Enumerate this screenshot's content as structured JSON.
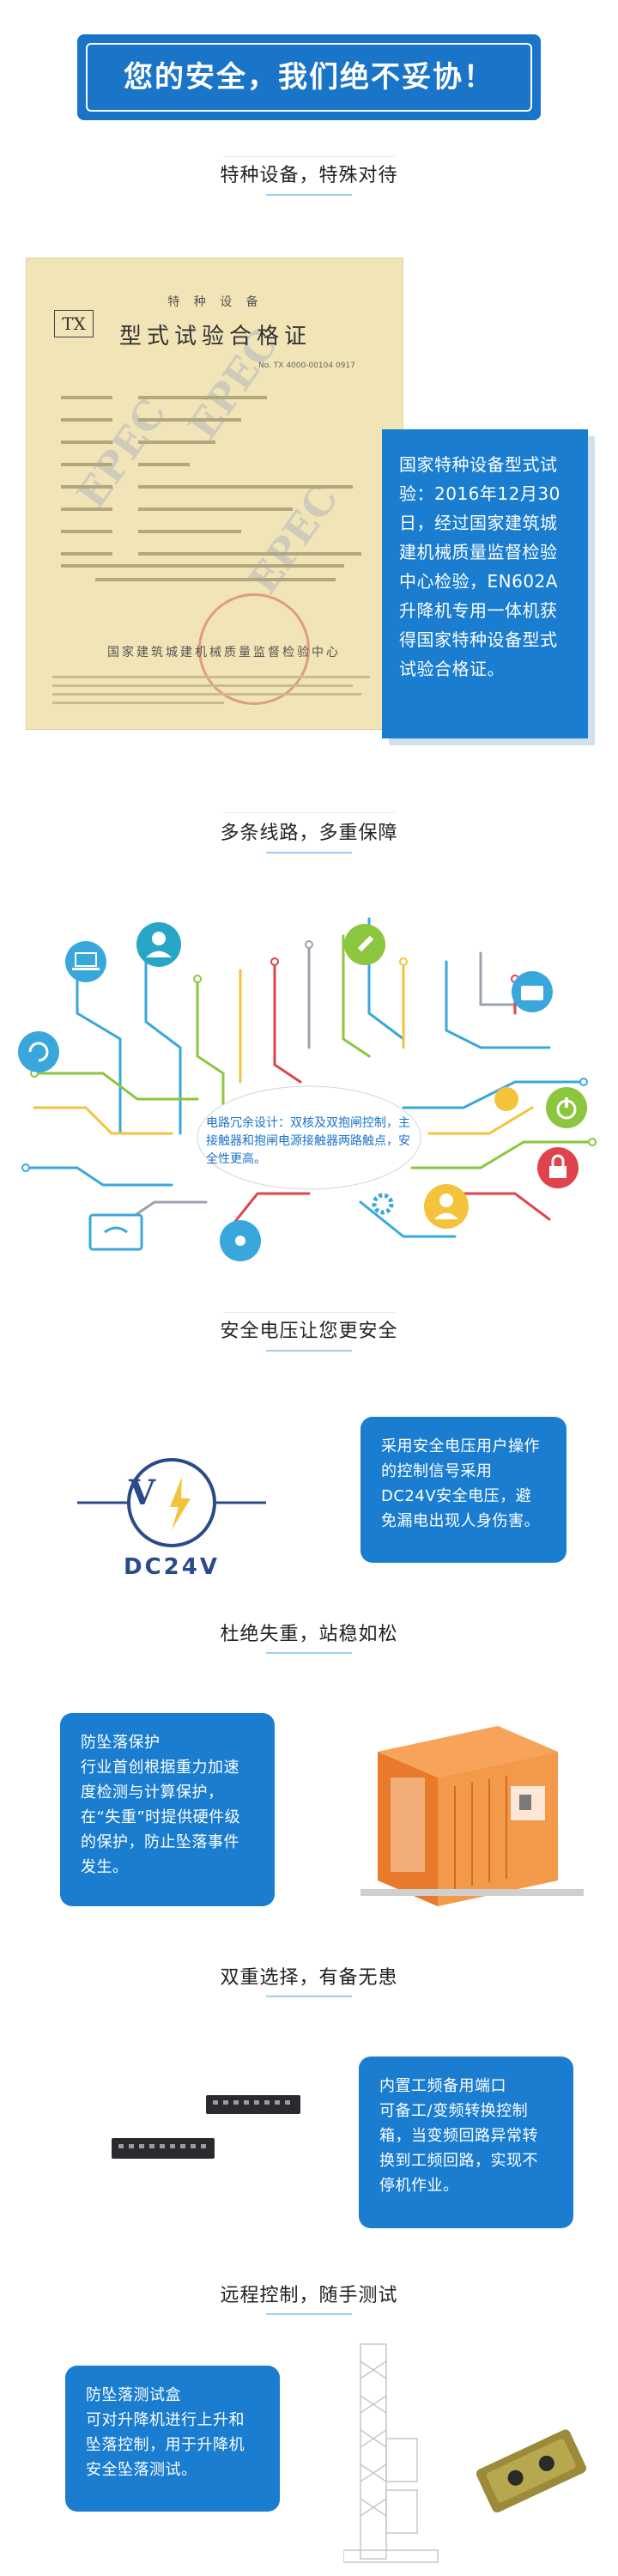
{
  "hero": {
    "title": "您的安全，我们绝不妥协！"
  },
  "sections": {
    "s1_title": "特种设备，特殊对待",
    "s2_title": "多条线路，多重保障",
    "s3_title": "安全电压让您更安全",
    "s4_title": "杜绝失重，站稳如松",
    "s5_title": "双重选择，有备无患",
    "s6_title": "远程控制，随手测试"
  },
  "certificate": {
    "tx": "TX",
    "heading_small": "特 种 设 备",
    "heading_big": "型式试验合格证",
    "number": "No. TX 4000-00104 0917",
    "issuer": "国家建筑城建机械质量监督检验中心",
    "watermark": "EPEC",
    "card_text": "国家特种设备型式试验：2016年12月30日，经过国家建筑城建机械质量监督检验中心检验，EN602A升降机专用一体机获得国家特种设备型式试验合格证。"
  },
  "circuit": {
    "bubble_text": "电路冗余设计：双核及双抱闸控制，主接触器和抱闸电源接触器两路触点，安全性更高。",
    "colors": {
      "blue": "#3aa7dc",
      "yellow": "#f5c23b",
      "green": "#8cc63e",
      "red": "#e0434b",
      "gray": "#9aa3ad",
      "teal": "#29a5c6"
    }
  },
  "voltage": {
    "logo_letter": "V",
    "logo_text": "DC24V",
    "card_text": "采用安全电压用户操作的控制信号采用DC24V安全电压，避免漏电出现人身伤害。"
  },
  "fall": {
    "card_title": "防坠落保护",
    "card_text": "行业首创根据重力加速度检测与计算保护，在“失重”时提供硬件级的保护，防止坠落事件发生。"
  },
  "backup": {
    "card_title": "内置工频备用端口",
    "card_text": "可备工/变频转换控制箱，当变频回路异常转换到工频回路，实现不停机作业。"
  },
  "remote": {
    "card_title": "防坠落测试盒",
    "card_text": "可对升降机进行上升和坠落控制，用于升降机安全坠落测试。"
  },
  "accent": "#1a7dd0"
}
